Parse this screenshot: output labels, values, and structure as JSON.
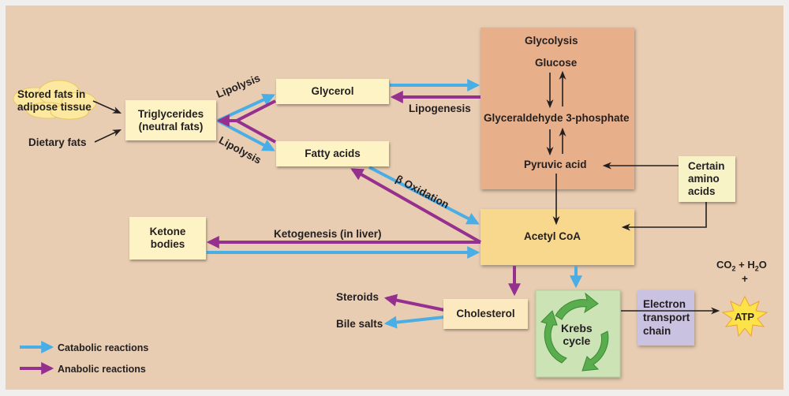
{
  "title": "Fat metabolism pathways",
  "nodes": {
    "stored_fats": "Stored fats in adipose tissue",
    "stored_fats_line1": "Stored fats in",
    "stored_fats_line2": "adipose tissue",
    "dietary_fats": "Dietary fats",
    "triglycerides_line1": "Triglycerides",
    "triglycerides_line2": "(neutral fats)",
    "glycerol": "Glycerol",
    "fatty_acids": "Fatty acids",
    "glycolysis_title": "Glycolysis",
    "glucose": "Glucose",
    "g3p": "Glyceraldehyde 3-phosphate",
    "pyruvic_acid": "Pyruvic acid",
    "amino_line1": "Certain",
    "amino_line2": "amino",
    "amino_line3": "acids",
    "acetyl_coa": "Acetyl CoA",
    "ketone_line1": "Ketone",
    "ketone_line2": "bodies",
    "cholesterol": "Cholesterol",
    "steroids": "Steroids",
    "bile_salts": "Bile salts",
    "krebs_line1": "Krebs",
    "krebs_line2": "cycle",
    "etc_line1": "Electron",
    "etc_line2": "transport",
    "etc_line3": "chain",
    "co2_h2o": "CO2 + H2O",
    "plus": "+",
    "atp": "ATP"
  },
  "edge_labels": {
    "lipolysis_top": "Lipolysis",
    "lipolysis_bottom": "Lipolysis",
    "lipogenesis": "Lipogenesis",
    "beta_oxidation": "β Oxidation",
    "ketogenesis": "Ketogenesis (in liver)"
  },
  "legend": [
    {
      "label": "Catabolic reactions",
      "color": "#4aaee6"
    },
    {
      "label": "Anabolic reactions",
      "color": "#96308f"
    }
  ],
  "colors": {
    "catabolic": "#4aaee6",
    "anabolic": "#96308f",
    "neutral_arrow": "#231f20",
    "background": "#e8cdb2",
    "glycolysis_box": "#e8b08a",
    "acetyl_box": "#f8d88c",
    "krebs_box": "#cbe3b5",
    "krebs_ring": "#5aad4e",
    "etc_box": "#c9c2e0",
    "atp_star": "#fde34a"
  }
}
